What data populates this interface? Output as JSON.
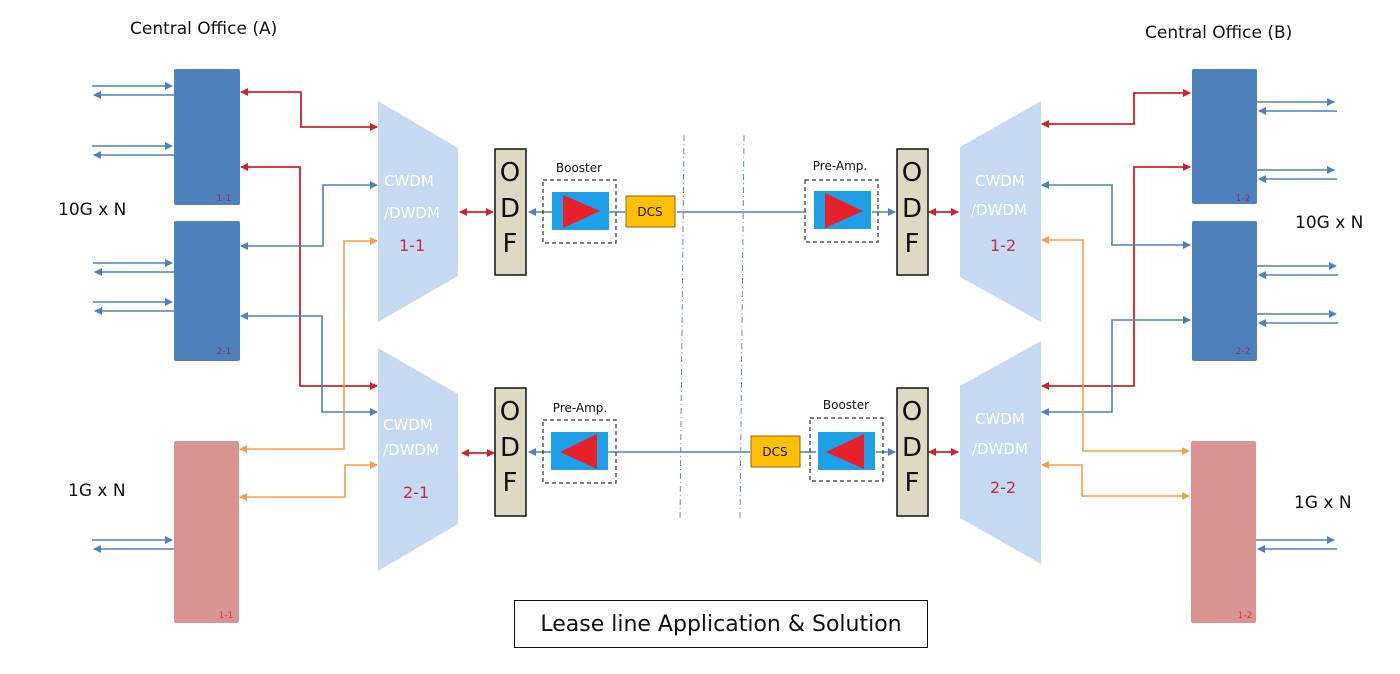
{
  "sites": {
    "a": {
      "title": "Central Office (A)",
      "rate_10g": "10G x N",
      "rate_1g": "1G x N"
    },
    "b": {
      "title": "Central Office (B)",
      "rate_10g": "10G x N",
      "rate_1g": "1G x N"
    }
  },
  "boxes": {
    "a_10g_1": "1-1",
    "a_10g_2": "2-1",
    "a_1g_1": "1-1",
    "b_10g_1": "1-2",
    "b_10g_2": "2-2",
    "b_1g_1": "1-2"
  },
  "mux": {
    "line1": "CWDM",
    "line2": "/DWDM",
    "a_top": "1-1",
    "a_bottom": "2-1",
    "b_top": "1-2",
    "b_bottom": "2-2"
  },
  "odf": {
    "letters": [
      "O",
      "D",
      "F"
    ]
  },
  "amplifiers": {
    "a_top": "Booster",
    "a_bottom": "Pre-Amp.",
    "b_top": "Pre-Amp.",
    "b_bottom": "Booster"
  },
  "dcs": {
    "label": "DCS"
  },
  "caption": "Lease line Application & Solution",
  "colors": {
    "box_10g": "#4f81bd",
    "box_1g": "#d99594",
    "mux": "#c6d9f0",
    "odf": "#ddd9c4",
    "amp_bg": "#1ea0e6",
    "amp_triangle": "#e8202a",
    "dcs": "#ffc000",
    "line_red": "#d4202a",
    "line_blue": "#4f81bd",
    "line_orange": "#f0a050"
  }
}
